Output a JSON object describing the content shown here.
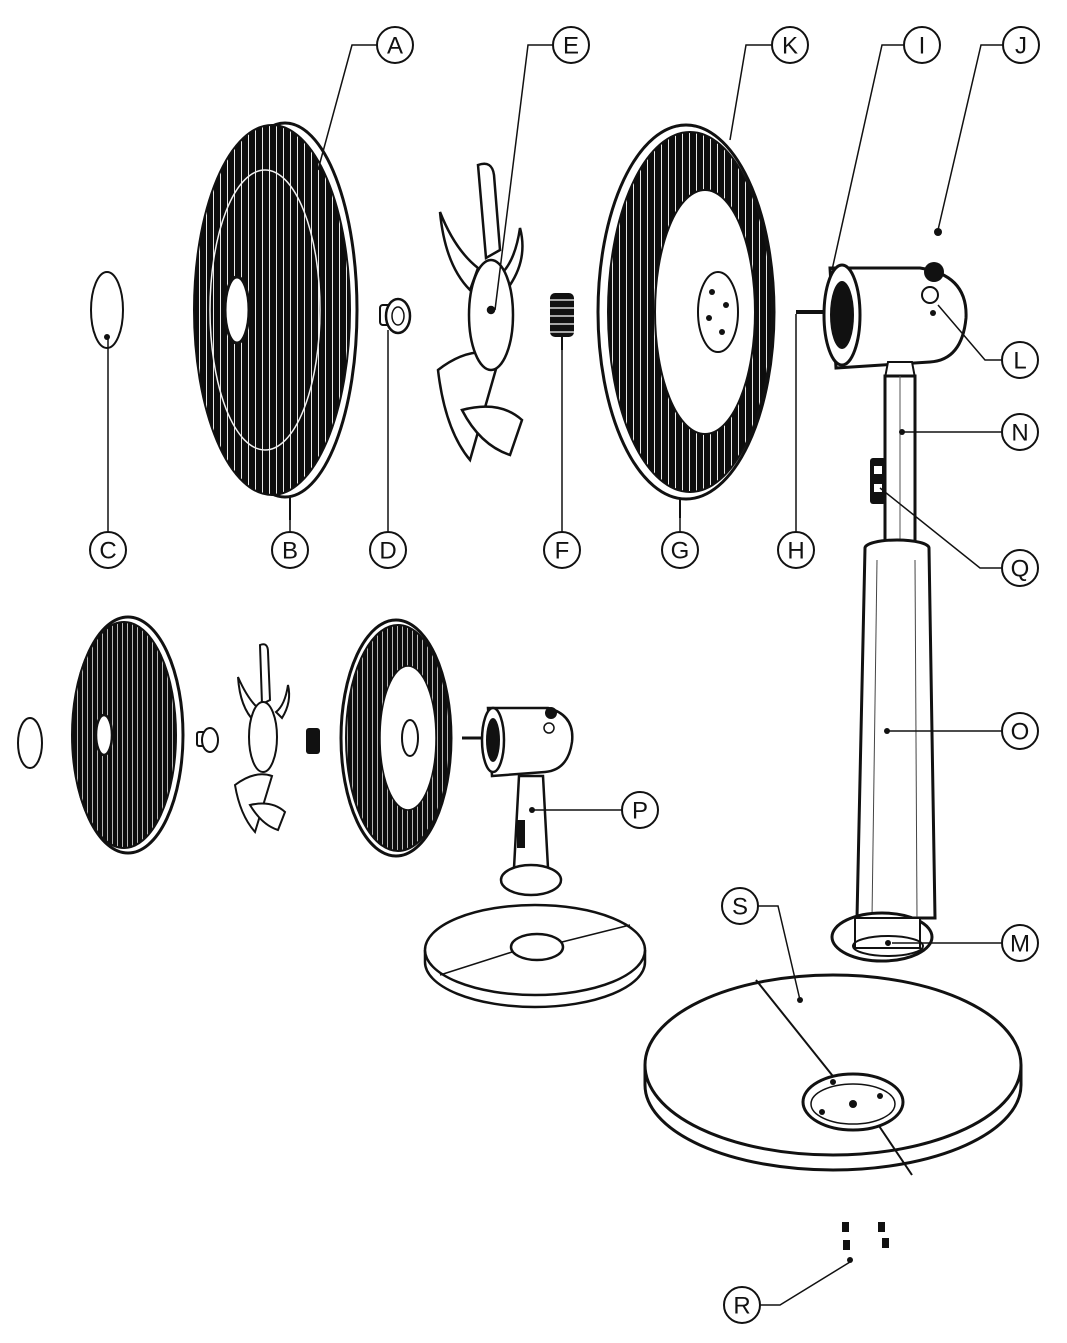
{
  "labels": {
    "A": "A",
    "B": "B",
    "C": "C",
    "D": "D",
    "E": "E",
    "F": "F",
    "G": "G",
    "H": "H",
    "I": "I",
    "J": "J",
    "K": "K",
    "L": "L",
    "M": "M",
    "N": "N",
    "O": "O",
    "P": "P",
    "Q": "Q",
    "R": "R",
    "S": "S"
  },
  "colors": {
    "ink": "#111111",
    "paper": "#ffffff",
    "grille_fill": "#0d0d0d"
  }
}
